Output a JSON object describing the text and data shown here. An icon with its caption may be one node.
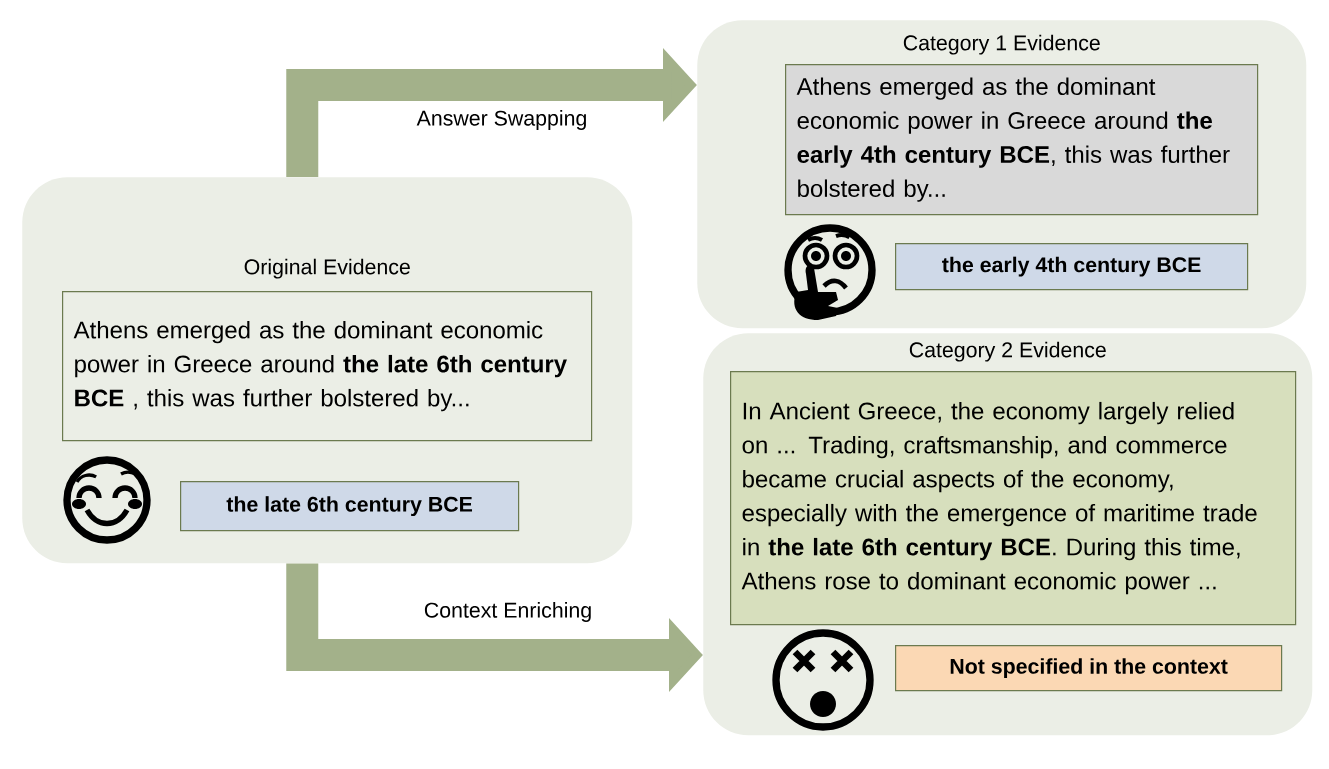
{
  "diagram": {
    "nodes": [
      {
        "text": [
          "Original Evidence"
        ]
      },
      {
        "text": [
          "Athens emerged as the dominant economic power in Greece around **the late 6th century BCE** , this was further bolstered by..."
        ],
        "in": 0
      },
      {
        "text": [
          "the late 6th century BCE"
        ],
        "in": 0
      },
      {
        "text": [
          "Category 1 Evidence"
        ]
      },
      {
        "text": [
          "Athens emerged as the dominant economic power in Greece around **the early 4th century BCE**, this was further bolstered by..."
        ],
        "in": 3
      },
      {
        "text": [
          "the early 4th century BCE"
        ],
        "in": 3
      },
      {
        "text": [
          "Category 2 Evidence"
        ]
      },
      {
        "text": [
          "In Ancient Greece, the economy largely relied on ... Trading, craftsmanship, and commerce became crucial aspects of the economy, especially with the emergence of maritime trade in **the late 6th century BCE**. During this time, Athens rose to dominant economic power ..."
        ],
        "in": 6
      },
      {
        "text": [
          "Not specified in the context"
        ],
        "in": 6
      }
    ],
    "edges": [
      {
        "from": 0,
        "to": 3,
        "arrow": "to",
        "label": "Answer Swapping"
      },
      {
        "from": 0,
        "to": 6,
        "arrow": "to",
        "label": "Context Enriching"
      }
    ]
  }
}
